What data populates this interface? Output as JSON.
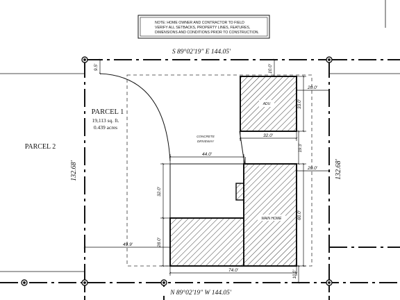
{
  "note": {
    "line1": "NOTE: HOME OWNER AND CONTRACTOR TO FIELD",
    "line2": "VERIFY ALL SETBACKS, PROPERTY LINES, FEATURES,",
    "line3": "DIMENSIONS AND CONDITIONS PRIOR TO CONSTRUCTION."
  },
  "bearings": {
    "north": "S 89°02'19\" E 144.05'",
    "south": "N 89°02'19\" W 144.05'",
    "west": "132.68'",
    "east": "132.68'"
  },
  "parcels": {
    "parcel1": {
      "name": "PARCEL 1",
      "area_sqft": "19,113 sq. ft.",
      "area_acres": "0.439 acres"
    },
    "parcel2": {
      "name": "PARCEL 2"
    }
  },
  "labels": {
    "adu": "ADU",
    "main_home": "MAIN HOME",
    "driveway_line1": "CONCRETE",
    "driveway_line2": "DRIVEWAY"
  },
  "dimensions": {
    "nw_corner": "9.5'",
    "adu_top": "10.0'",
    "adu_right": "20.0'",
    "adu_height": "33.0'",
    "adu_width": "32.0'",
    "gap": "19.3'",
    "main_right": "20.0'",
    "upper_width": "44.0'",
    "upper_height": "32.0'",
    "main_height": "60.0'",
    "garage_height": "28.0'",
    "west_setback": "49.9'",
    "bottom_width": "74.0'",
    "bottom_setback": "10.0'"
  }
}
